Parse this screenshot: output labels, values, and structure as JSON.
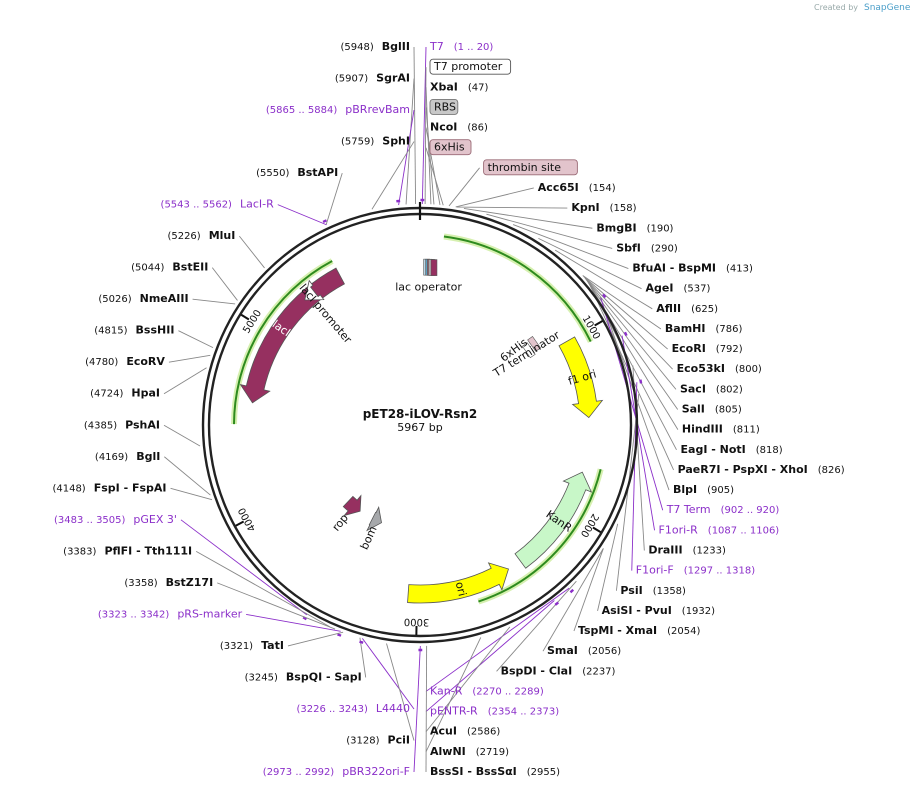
{
  "credit": {
    "prefix": "Created by",
    "brand": "SnapGene"
  },
  "plasmid": {
    "name": "pET28-iLOV-Rsn2",
    "size_label": "5967 bp",
    "length": 5967
  },
  "ticks": [
    {
      "pos": 1000,
      "label": "1000"
    },
    {
      "pos": 2000,
      "label": "2000"
    },
    {
      "pos": 3000,
      "label": "3000"
    },
    {
      "pos": 4000,
      "label": "4000"
    },
    {
      "pos": 5000,
      "label": "5000"
    }
  ],
  "right_labels": [
    {
      "kind": "primer",
      "name": "T7",
      "pos": "(1 .. 20)",
      "bp": 10
    },
    {
      "kind": "boxed",
      "name": "T7 promoter",
      "bp": 22,
      "fill": "#ffffff",
      "stroke": "#555555"
    },
    {
      "kind": "site",
      "name": "XbaI",
      "pos": "(47)",
      "bp": 47
    },
    {
      "kind": "boxed",
      "name": "RBS",
      "bp": 60,
      "fill": "#c8c8c8",
      "stroke": "#777777"
    },
    {
      "kind": "site",
      "name": "NcoI",
      "pos": "(86)",
      "bp": 86
    },
    {
      "kind": "boxed",
      "name": "6xHis",
      "bp": 100,
      "fill": "#e2c4cc",
      "stroke": "#9a6a76"
    },
    {
      "kind": "boxed",
      "name": "thrombin site",
      "bp": 125,
      "fill": "#e2c4cc",
      "stroke": "#9a6a76"
    },
    {
      "kind": "site",
      "name": "Acc65I",
      "pos": "(154)",
      "bp": 154
    },
    {
      "kind": "site",
      "name": "KpnI",
      "pos": "(158)",
      "bp": 158
    },
    {
      "kind": "site",
      "name": "BmgBI",
      "pos": "(190)",
      "bp": 190
    },
    {
      "kind": "site",
      "name": "SbfI",
      "pos": "(290)",
      "bp": 290
    },
    {
      "kind": "site",
      "name": "BfuAI   -   BspMI",
      "pos": "(413)",
      "bp": 413
    },
    {
      "kind": "site",
      "name": "AgeI",
      "pos": "(537)",
      "bp": 537
    },
    {
      "kind": "site",
      "name": "AflII",
      "pos": "(625)",
      "bp": 625
    },
    {
      "kind": "site",
      "name": "BamHI",
      "pos": "(786)",
      "bp": 786
    },
    {
      "kind": "site",
      "name": "EcoRI",
      "pos": "(792)",
      "bp": 792
    },
    {
      "kind": "site",
      "name": "Eco53kI",
      "pos": "(800)",
      "bp": 800
    },
    {
      "kind": "site",
      "name": "SacI",
      "pos": "(802)",
      "bp": 802
    },
    {
      "kind": "site",
      "name": "SalI",
      "pos": "(805)",
      "bp": 805
    },
    {
      "kind": "site",
      "name": "HindIII",
      "pos": "(811)",
      "bp": 811
    },
    {
      "kind": "site",
      "name": "EagI   -   NotI",
      "pos": "(818)",
      "bp": 818
    },
    {
      "kind": "site",
      "name": "PaeR7I   -   PspXI   -   XhoI",
      "pos": "(826)",
      "bp": 826
    },
    {
      "kind": "site",
      "name": "BlpI",
      "pos": "(905)",
      "bp": 905
    },
    {
      "kind": "primer",
      "name": "T7 Term",
      "pos": "(902 .. 920)",
      "bp": 911
    },
    {
      "kind": "primer",
      "name": "F1ori-R",
      "pos": "(1087 .. 1106)",
      "bp": 1096
    },
    {
      "kind": "site",
      "name": "DraIII",
      "pos": "(1233)",
      "bp": 1233
    },
    {
      "kind": "primer",
      "name": "F1ori-F",
      "pos": "(1297 .. 1318)",
      "bp": 1307
    },
    {
      "kind": "site",
      "name": "PsiI",
      "pos": "(1358)",
      "bp": 1358
    },
    {
      "kind": "site",
      "name": "AsiSI   -   PvuI",
      "pos": "(1932)",
      "bp": 1932
    },
    {
      "kind": "site",
      "name": "TspMI   -   XmaI",
      "pos": "(2054)",
      "bp": 2054
    },
    {
      "kind": "site",
      "name": "SmaI",
      "pos": "(2056)",
      "bp": 2056
    },
    {
      "kind": "site",
      "name": "BspDI   -   ClaI",
      "pos": "(2237)",
      "bp": 2237
    },
    {
      "kind": "primer",
      "name": "Kan-R",
      "pos": "(2270 .. 2289)",
      "bp": 2280
    },
    {
      "kind": "primer",
      "name": "pENTR-R",
      "pos": "(2354 .. 2373)",
      "bp": 2363
    },
    {
      "kind": "site",
      "name": "AcuI",
      "pos": "(2586)",
      "bp": 2586
    },
    {
      "kind": "site",
      "name": "AlwNI",
      "pos": "(2719)",
      "bp": 2719
    },
    {
      "kind": "site",
      "name": "BssSI   -   BssSαI",
      "pos": "(2955)",
      "bp": 2955
    }
  ],
  "left_labels": [
    {
      "kind": "site",
      "name": "BglII",
      "pos": "(5948)",
      "bp": 5948
    },
    {
      "kind": "site",
      "name": "SgrAI",
      "pos": "(5907)",
      "bp": 5907
    },
    {
      "kind": "primer",
      "name": "pBRrevBam",
      "pos": "(5865 .. 5884)",
      "bp": 5875
    },
    {
      "kind": "site",
      "name": "SphI",
      "pos": "(5759)",
      "bp": 5759
    },
    {
      "kind": "site",
      "name": "BstAPI",
      "pos": "(5550)",
      "bp": 5550
    },
    {
      "kind": "primer",
      "name": "LacI-R",
      "pos": "(5543 .. 5562)",
      "bp": 5552
    },
    {
      "kind": "site",
      "name": "MluI",
      "pos": "(5226)",
      "bp": 5226
    },
    {
      "kind": "site",
      "name": "BstEII",
      "pos": "(5044)",
      "bp": 5044
    },
    {
      "kind": "site",
      "name": "NmeAIII",
      "pos": "(5026)",
      "bp": 5026
    },
    {
      "kind": "site",
      "name": "BssHII",
      "pos": "(4815)",
      "bp": 4815
    },
    {
      "kind": "site",
      "name": "EcoRV",
      "pos": "(4780)",
      "bp": 4780
    },
    {
      "kind": "site",
      "name": "HpaI",
      "pos": "(4724)",
      "bp": 4724
    },
    {
      "kind": "site",
      "name": "PshAI",
      "pos": "(4385)",
      "bp": 4385
    },
    {
      "kind": "site",
      "name": "BglI",
      "pos": "(4169)",
      "bp": 4169
    },
    {
      "kind": "site",
      "name": "FspI   -   FspAI",
      "pos": "(4148)",
      "bp": 4148
    },
    {
      "kind": "primer",
      "name": "pGEX 3'",
      "pos": "(3483 .. 3505)",
      "bp": 3494
    },
    {
      "kind": "site",
      "name": "PflFI   -   Tth111I",
      "pos": "(3383)",
      "bp": 3383
    },
    {
      "kind": "site",
      "name": "BstZ17I",
      "pos": "(3358)",
      "bp": 3358
    },
    {
      "kind": "primer",
      "name": "pRS-marker",
      "pos": "(3323 .. 3342)",
      "bp": 3332
    },
    {
      "kind": "site",
      "name": "TatI",
      "pos": "(3321)",
      "bp": 3321
    },
    {
      "kind": "site",
      "name": "BspQI   -   SapI",
      "pos": "(3245)",
      "bp": 3245
    },
    {
      "kind": "primer",
      "name": "L4440",
      "pos": "(3226 .. 3243)",
      "bp": 3234
    },
    {
      "kind": "site",
      "name": "PciI",
      "pos": "(3128)",
      "bp": 3128
    },
    {
      "kind": "primer",
      "name": "pBR322ori-F",
      "pos": "(2973 .. 2992)",
      "bp": 2982
    }
  ],
  "features": [
    {
      "name": "lacI",
      "start": 5500,
      "end": 4600,
      "fill": "#963060",
      "band": "inner",
      "labelInside": true,
      "labelColor": "#ffffff"
    },
    {
      "name": "lacI promoter",
      "start": 5330,
      "end": 5260,
      "fill": "#ffffff",
      "band": "inner",
      "labelInside": false,
      "labelColor": "#111111"
    },
    {
      "name": "f1 ori",
      "start": 1000,
      "end": 1450,
      "fill": "#ffff00",
      "band": "inner",
      "labelInside": true,
      "labelColor": "#111111"
    },
    {
      "name": "KanR",
      "start": 2380,
      "end": 1760,
      "fill": "#c8f7c8",
      "band": "inner",
      "labelInside": true,
      "labelColor": "#111111"
    },
    {
      "name": "ori",
      "start": 3050,
      "end": 2460,
      "fill": "#ffff00",
      "band": "inner",
      "labelInside": true,
      "labelColor": "#111111"
    },
    {
      "name": "rop",
      "start": 3700,
      "end": 3560,
      "fill": "#963060",
      "band": "mid",
      "labelInside": false,
      "labelColor": "#111111"
    },
    {
      "name": "bom",
      "start": 3430,
      "end": 3340,
      "fill": "#a6a8ab",
      "band": "mid",
      "labelInside": false,
      "labelColor": "#111111"
    }
  ],
  "small_feature_labels": [
    {
      "name": "lac operator"
    },
    {
      "name": "6xHis"
    },
    {
      "name": "T7 terminator"
    }
  ]
}
